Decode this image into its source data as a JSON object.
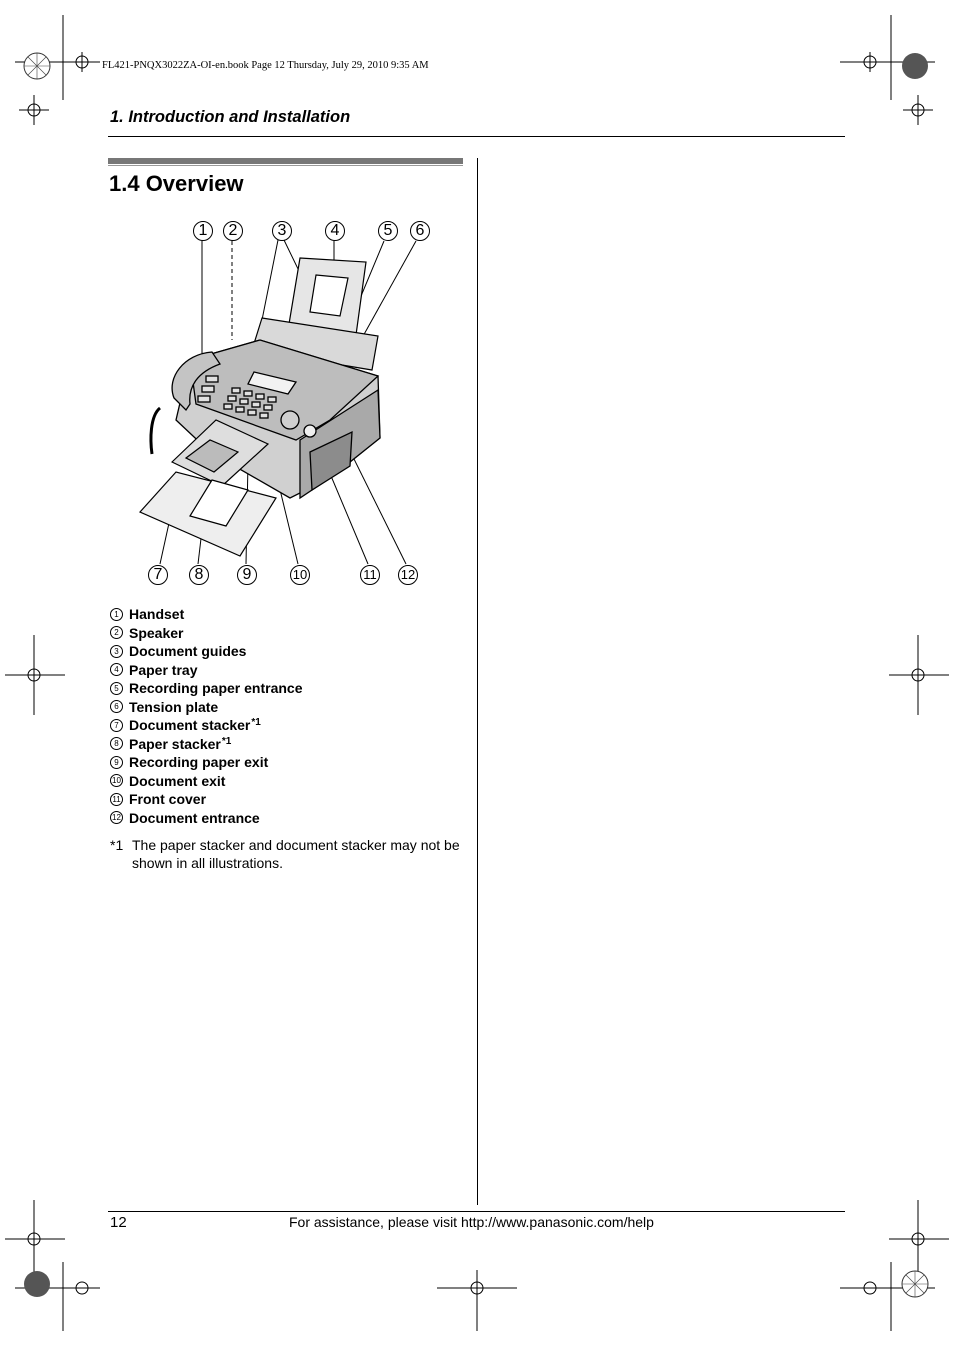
{
  "print_info": "FL421-PNQX3022ZA-OI-en.book  Page 12  Thursday, July 29, 2010  9:35 AM",
  "chapter_title": "1. Introduction and Installation",
  "section_title": "1.4 Overview",
  "callouts_top": [
    "1",
    "2",
    "3",
    "4",
    "5",
    "6"
  ],
  "callouts_bottom": [
    "7",
    "8",
    "9",
    "10",
    "11",
    "12"
  ],
  "legend": [
    {
      "num": "1",
      "label": "Handset",
      "note": ""
    },
    {
      "num": "2",
      "label": "Speaker",
      "note": ""
    },
    {
      "num": "3",
      "label": "Document guides",
      "note": ""
    },
    {
      "num": "4",
      "label": "Paper tray",
      "note": ""
    },
    {
      "num": "5",
      "label": "Recording paper entrance",
      "note": ""
    },
    {
      "num": "6",
      "label": "Tension plate",
      "note": ""
    },
    {
      "num": "7",
      "label": "Document stacker",
      "note": "*1"
    },
    {
      "num": "8",
      "label": "Paper stacker",
      "note": "*1"
    },
    {
      "num": "9",
      "label": "Recording paper exit",
      "note": ""
    },
    {
      "num": "10",
      "label": "Document exit",
      "note": ""
    },
    {
      "num": "11",
      "label": "Front cover",
      "note": ""
    },
    {
      "num": "12",
      "label": "Document entrance",
      "note": ""
    }
  ],
  "footnote": {
    "mark": "*1",
    "text": "The paper stacker and document stacker may not be shown in all illustrations."
  },
  "page_number": "12",
  "assistance_text": "For assistance, please visit http://www.panasonic.com/help"
}
